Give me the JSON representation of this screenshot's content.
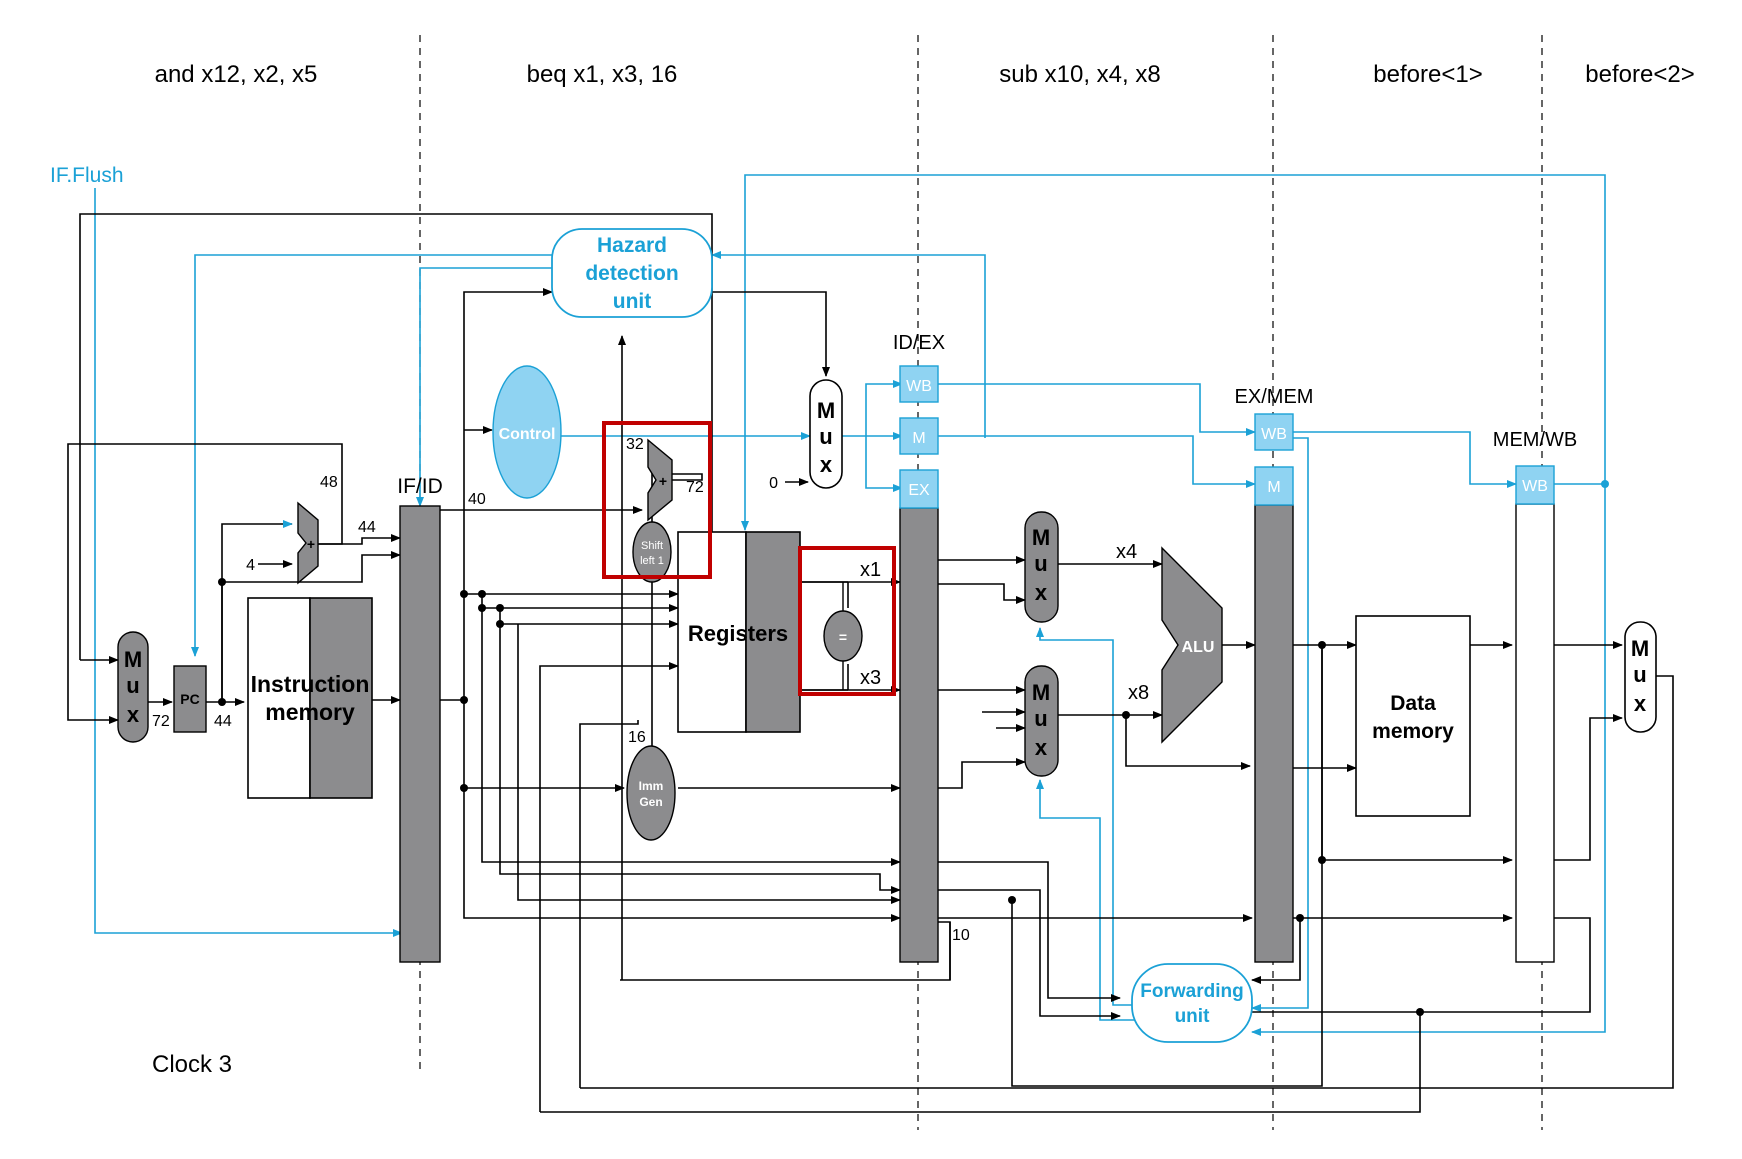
{
  "stages": {
    "if": "and x12, x2, x5",
    "id": "beq x1, x3, 16",
    "ex": "sub x10, x4, x8",
    "mem": "before<1>",
    "wb": "before<2>"
  },
  "clock": "Clock 3",
  "signals": {
    "if_flush": "IF.Flush"
  },
  "units": {
    "hazard_l1": "Hazard",
    "hazard_l2": "detection",
    "hazard_l3": "unit",
    "control": "Control",
    "registers": "Registers",
    "instr_l1": "Instruction",
    "instr_l2": "memory",
    "data_l1": "Data",
    "data_l2": "memory",
    "alu": "ALU",
    "forward_l1": "Forwarding",
    "forward_l2": "unit",
    "pc": "PC",
    "shift_l1": "Shift",
    "shift_l2": "left 1",
    "imm_l1": "Imm",
    "imm_l2": "Gen",
    "equal": "=",
    "mux_m": "M",
    "mux_u": "u",
    "mux_x": "x",
    "plus": "+"
  },
  "registers_pipe": {
    "ifid": "IF/ID",
    "idex": "ID/EX",
    "exmem": "EX/MEM",
    "memwb": "MEM/WB",
    "wb": "WB",
    "m": "M",
    "ex": "EX"
  },
  "values": {
    "v48": "48",
    "v44a": "44",
    "v4": "4",
    "v72a": "72",
    "v44b": "44",
    "v40": "40",
    "v32": "32",
    "v72b": "72",
    "v0": "0",
    "v16": "16",
    "v10": "10",
    "x1": "x1",
    "x3": "x3",
    "x4": "x4",
    "x8": "x8"
  },
  "colors": {
    "accent_blue": "#1ba1d6",
    "light_blue": "#8fd3f2",
    "highlight_red": "#c00000",
    "unit_gray": "#8c8c8e"
  }
}
